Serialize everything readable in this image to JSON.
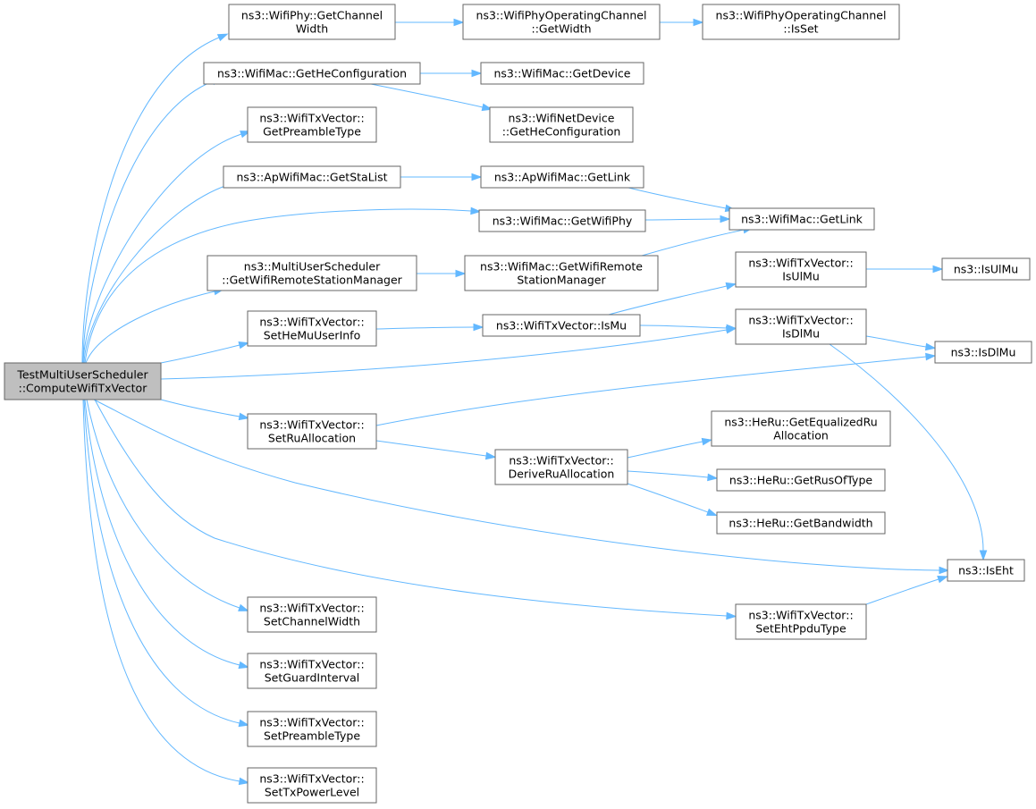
{
  "diagram": {
    "colors": {
      "edge": "#63b8ff",
      "node_border": "#666666",
      "root_fill": "#bfbfbf",
      "node_fill": "#ffffff"
    },
    "nodes": [
      {
        "id": "root",
        "root": true,
        "lines": [
          "TestMultiUserScheduler",
          "::ComputeWifiTxVector"
        ]
      },
      {
        "id": "n1",
        "lines": [
          "ns3::WifiPhy::GetChannel",
          "Width"
        ]
      },
      {
        "id": "n2",
        "lines": [
          "ns3::WifiPhyOperatingChannel",
          "::GetWidth"
        ]
      },
      {
        "id": "n3",
        "lines": [
          "ns3::WifiPhyOperatingChannel",
          "::IsSet"
        ]
      },
      {
        "id": "n4",
        "lines": [
          "ns3::WifiMac::GetHeConfiguration"
        ]
      },
      {
        "id": "n5",
        "lines": [
          "ns3::WifiMac::GetDevice"
        ]
      },
      {
        "id": "n6",
        "lines": [
          "ns3::WifiNetDevice",
          "::GetHeConfiguration"
        ]
      },
      {
        "id": "n7",
        "lines": [
          "ns3::WifiTxVector::",
          "GetPreambleType"
        ]
      },
      {
        "id": "n8",
        "lines": [
          "ns3::ApWifiMac::GetStaList"
        ]
      },
      {
        "id": "n9",
        "lines": [
          "ns3::ApWifiMac::GetLink"
        ]
      },
      {
        "id": "n10",
        "lines": [
          "ns3::WifiMac::GetLink"
        ]
      },
      {
        "id": "n11",
        "lines": [
          "ns3::WifiMac::GetWifiPhy"
        ]
      },
      {
        "id": "n12",
        "lines": [
          "ns3::MultiUserScheduler",
          "::GetWifiRemoteStationManager"
        ]
      },
      {
        "id": "n13",
        "lines": [
          "ns3::WifiMac::GetWifiRemote",
          "StationManager"
        ]
      },
      {
        "id": "n14",
        "lines": [
          "ns3::WifiTxVector::",
          "IsUlMu"
        ]
      },
      {
        "id": "n15",
        "lines": [
          "ns3::IsUlMu"
        ]
      },
      {
        "id": "n16",
        "lines": [
          "ns3::WifiTxVector::",
          "SetHeMuUserInfo"
        ]
      },
      {
        "id": "n17",
        "lines": [
          "ns3::WifiTxVector::IsMu"
        ]
      },
      {
        "id": "n18",
        "lines": [
          "ns3::WifiTxVector::",
          "IsDlMu"
        ]
      },
      {
        "id": "n19",
        "lines": [
          "ns3::IsDlMu"
        ]
      },
      {
        "id": "n20",
        "lines": [
          "ns3::WifiTxVector::",
          "SetRuAllocation"
        ]
      },
      {
        "id": "n21",
        "lines": [
          "ns3::HeRu::GetEqualizedRu",
          "Allocation"
        ]
      },
      {
        "id": "n22",
        "lines": [
          "ns3::WifiTxVector::",
          "DeriveRuAllocation"
        ]
      },
      {
        "id": "n23",
        "lines": [
          "ns3::HeRu::GetRusOfType"
        ]
      },
      {
        "id": "n24",
        "lines": [
          "ns3::HeRu::GetBandwidth"
        ]
      },
      {
        "id": "n25",
        "lines": [
          "ns3::IsEht"
        ]
      },
      {
        "id": "n26",
        "lines": [
          "ns3::WifiTxVector::",
          "SetChannelWidth"
        ]
      },
      {
        "id": "n27",
        "lines": [
          "ns3::WifiTxVector::",
          "SetEhtPpduType"
        ]
      },
      {
        "id": "n28",
        "lines": [
          "ns3::WifiTxVector::",
          "SetGuardInterval"
        ]
      },
      {
        "id": "n29",
        "lines": [
          "ns3::WifiTxVector::",
          "SetPreambleType"
        ]
      },
      {
        "id": "n30",
        "lines": [
          "ns3::WifiTxVector::",
          "SetTxPowerLevel"
        ]
      }
    ],
    "edges": [
      [
        "root",
        "n1"
      ],
      [
        "root",
        "n4"
      ],
      [
        "root",
        "n7"
      ],
      [
        "root",
        "n8"
      ],
      [
        "root",
        "n11"
      ],
      [
        "root",
        "n12"
      ],
      [
        "root",
        "n16"
      ],
      [
        "root",
        "n18"
      ],
      [
        "root",
        "n20"
      ],
      [
        "root",
        "n25"
      ],
      [
        "root",
        "n26"
      ],
      [
        "root",
        "n27"
      ],
      [
        "root",
        "n28"
      ],
      [
        "root",
        "n29"
      ],
      [
        "root",
        "n30"
      ],
      [
        "n1",
        "n2"
      ],
      [
        "n2",
        "n3"
      ],
      [
        "n4",
        "n5"
      ],
      [
        "n4",
        "n6"
      ],
      [
        "n8",
        "n9"
      ],
      [
        "n9",
        "n10"
      ],
      [
        "n11",
        "n10"
      ],
      [
        "n12",
        "n13"
      ],
      [
        "n13",
        "n10"
      ],
      [
        "n14",
        "n15"
      ],
      [
        "n16",
        "n17"
      ],
      [
        "n17",
        "n14"
      ],
      [
        "n17",
        "n18"
      ],
      [
        "n18",
        "n19"
      ],
      [
        "n18",
        "n25"
      ],
      [
        "n20",
        "n19"
      ],
      [
        "n20",
        "n22"
      ],
      [
        "n22",
        "n21"
      ],
      [
        "n22",
        "n23"
      ],
      [
        "n22",
        "n24"
      ],
      [
        "n27",
        "n25"
      ]
    ]
  }
}
